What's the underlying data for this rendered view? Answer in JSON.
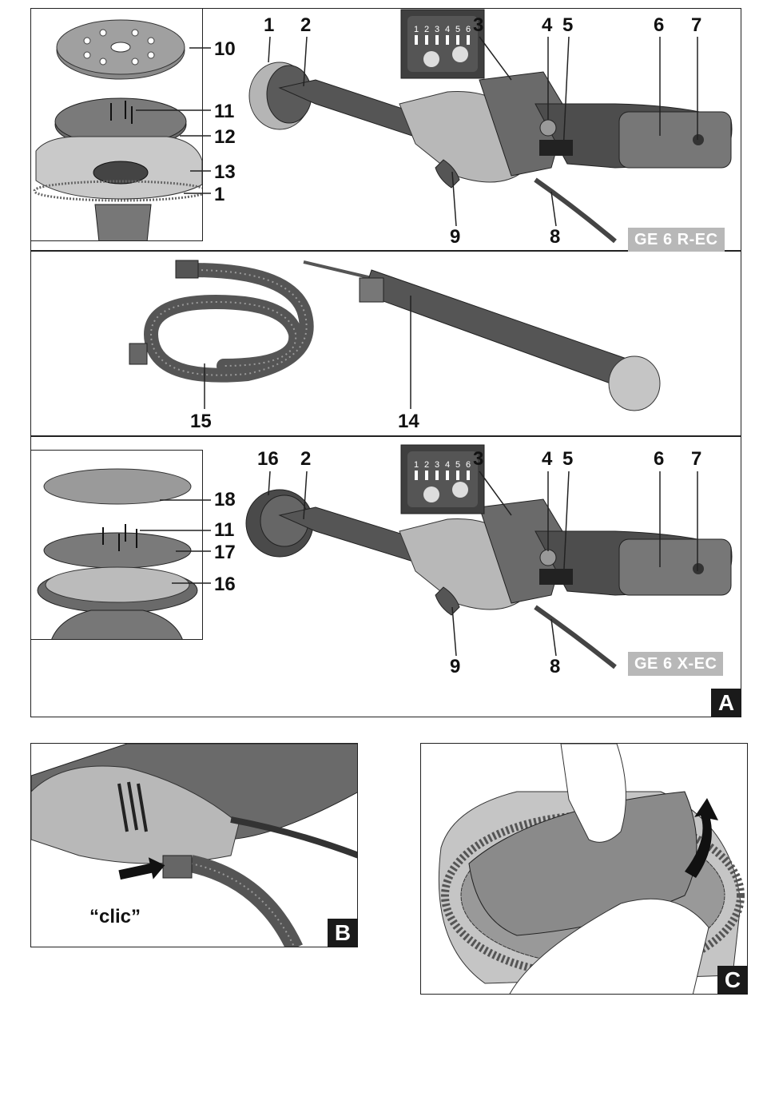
{
  "figure_A": {
    "badge": "A",
    "top": {
      "model": "GE 6 R-EC",
      "callouts": [
        "1",
        "2",
        "3",
        "4",
        "5",
        "6",
        "7",
        "9",
        "8"
      ],
      "inset_callouts": [
        "10",
        "11",
        "12",
        "13",
        "1"
      ]
    },
    "accessories": {
      "callouts": [
        "15",
        "14"
      ]
    },
    "bottom": {
      "model": "GE 6 X-EC",
      "callouts": [
        "16",
        "2",
        "3",
        "4",
        "5",
        "6",
        "7",
        "9",
        "8"
      ],
      "inset_callouts": [
        "18",
        "11",
        "17",
        "16"
      ]
    },
    "panel_digits": [
      "1",
      "2",
      "3",
      "4",
      "5",
      "6"
    ]
  },
  "figure_B": {
    "badge": "B",
    "sound": "“clic”"
  },
  "figure_C": {
    "badge": "C"
  },
  "colors": {
    "ink": "#111111",
    "tool_dark": "#555555",
    "tool_light": "#b5b5b5",
    "model_label_bg": "#b8b8b8"
  }
}
